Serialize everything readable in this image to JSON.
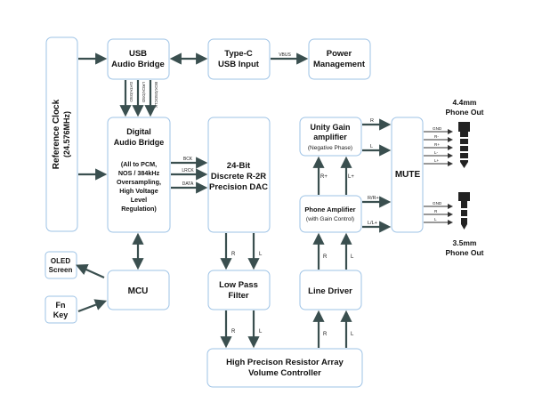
{
  "blocks": {
    "ref_clock": [
      "Reference Clock",
      "(24.576MHz)"
    ],
    "usb_bridge": [
      "USB",
      "Audio Bridge"
    ],
    "typec": [
      "Type-C",
      "USB Input"
    ],
    "power": [
      "Power",
      "Management"
    ],
    "dab": [
      "Digital",
      "Audio Bridge"
    ],
    "dab_desc": [
      "(All to PCM,",
      "NOS / 384kHz",
      "Oversampling,",
      "High Voltage",
      "Level",
      "Regulation)"
    ],
    "dac": [
      "24-Bit",
      "Discrete R-2R",
      "Precision DAC"
    ],
    "unity": [
      "Unity Gain",
      "amplifier"
    ],
    "unity_sub": "(Negative Phase)",
    "phone_amp": "Phone Amplifier",
    "phone_amp_sub": "(with Gain Control)",
    "mute": "MUTE",
    "oled": [
      "OLED",
      "Screen"
    ],
    "fn": [
      "Fn",
      "Key"
    ],
    "mcu": "MCU",
    "lpf": [
      "Low Pass",
      "Filter"
    ],
    "line_driver": "Line Driver",
    "resistor": [
      "High Precison Resistor Array",
      "Volume Controller"
    ]
  },
  "signals": {
    "vbus": "VBUS",
    "data": "DATA/DSD",
    "lrck": "LRCK/DSD",
    "bck": "BCK/DSDCLK",
    "bck2": "BCK",
    "lrck2": "LRCK",
    "data2": "DATA",
    "r": "R",
    "l": "L",
    "rplus": "R+",
    "lplus": "L+",
    "rminus_rplus": "R/R+",
    "lminus_lplus": "L/L+",
    "gnd": "GND",
    "rminus": "R-",
    "lminus": "L-"
  },
  "outputs": {
    "phone44": [
      "4.4mm",
      "Phone Out"
    ],
    "phone35": [
      "3.5mm",
      "Phone Out"
    ]
  },
  "colors": {
    "block_border": "#9ec3e6",
    "arrow": "#3a4f4f",
    "jack": "#222222"
  }
}
